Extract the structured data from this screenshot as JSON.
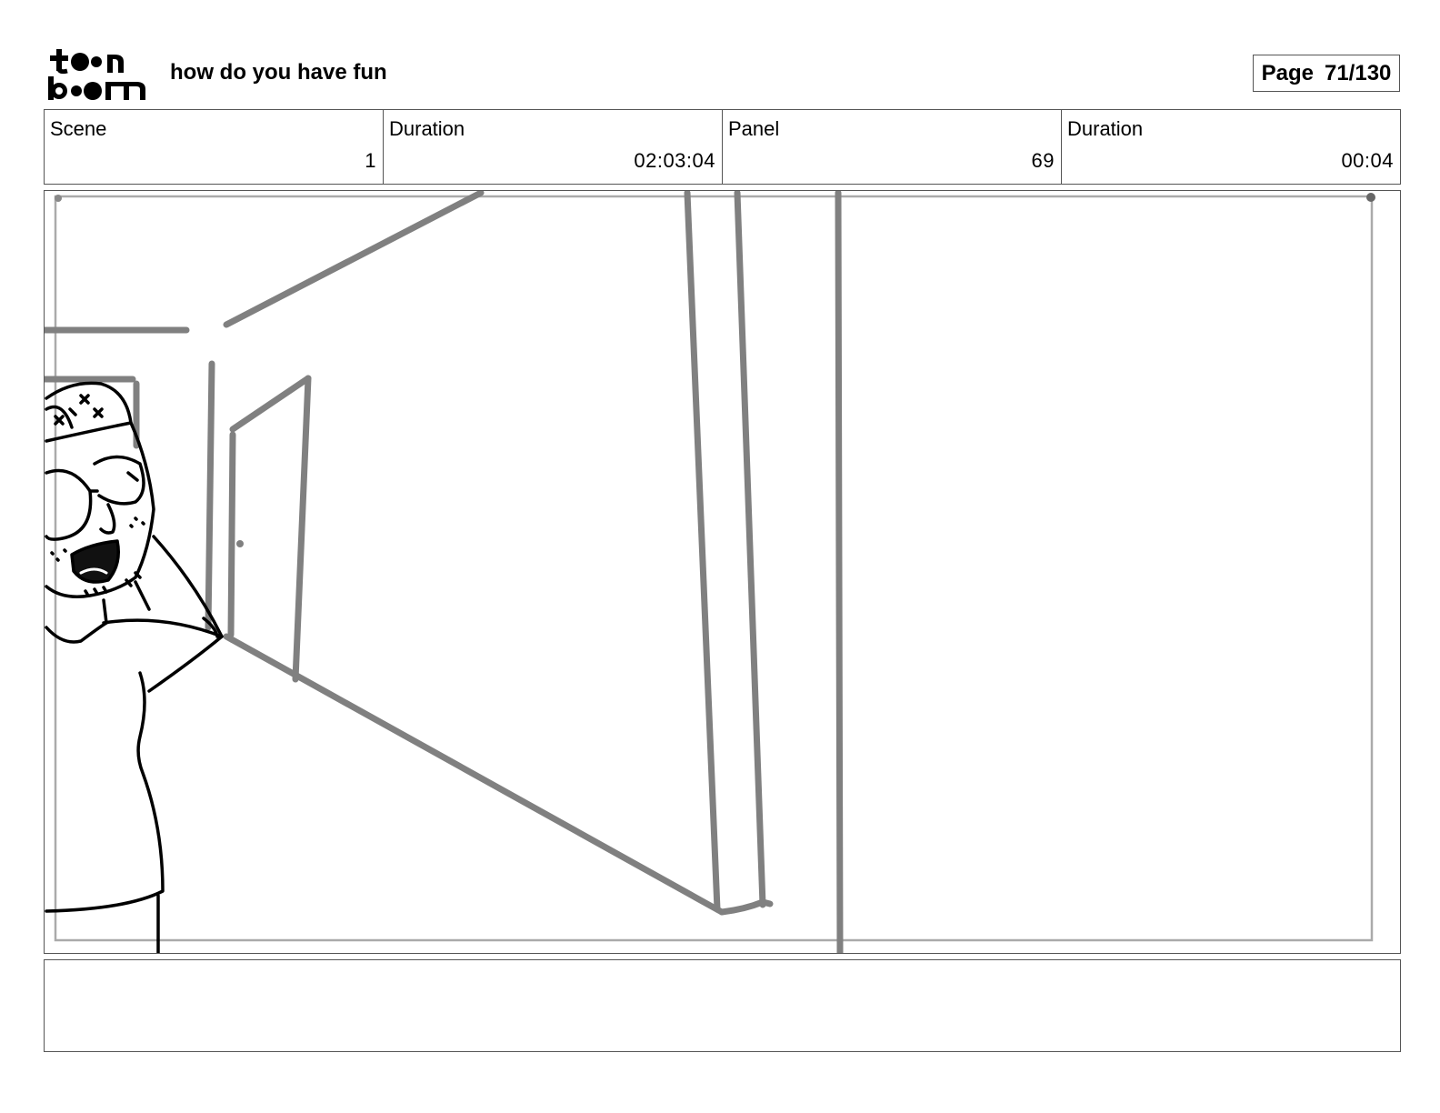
{
  "header": {
    "logo_text": "toon boom",
    "project_title": "how do you have fun",
    "page_label": "Page",
    "page_number": "71/130"
  },
  "info": {
    "scene_label": "Scene",
    "scene_value": "1",
    "scene_duration_label": "Duration",
    "scene_duration_value": "02:03:04",
    "panel_label": "Panel",
    "panel_value": "69",
    "panel_duration_label": "Duration",
    "panel_duration_value": "00:04"
  },
  "colors": {
    "sketch_gray": "#808080",
    "ink": "#000000",
    "border": "#555555"
  }
}
